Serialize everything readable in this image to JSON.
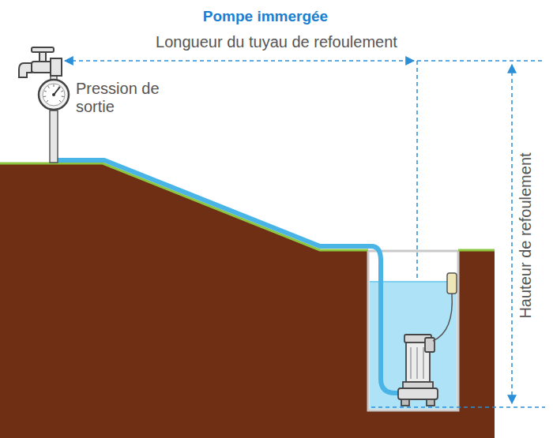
{
  "diagram": {
    "title": "Pompe immergée",
    "labels": [
      "Longueur du tuyau de refoulement",
      "Pression de sortie",
      "Hauteur de refoulement"
    ]
  }
}
